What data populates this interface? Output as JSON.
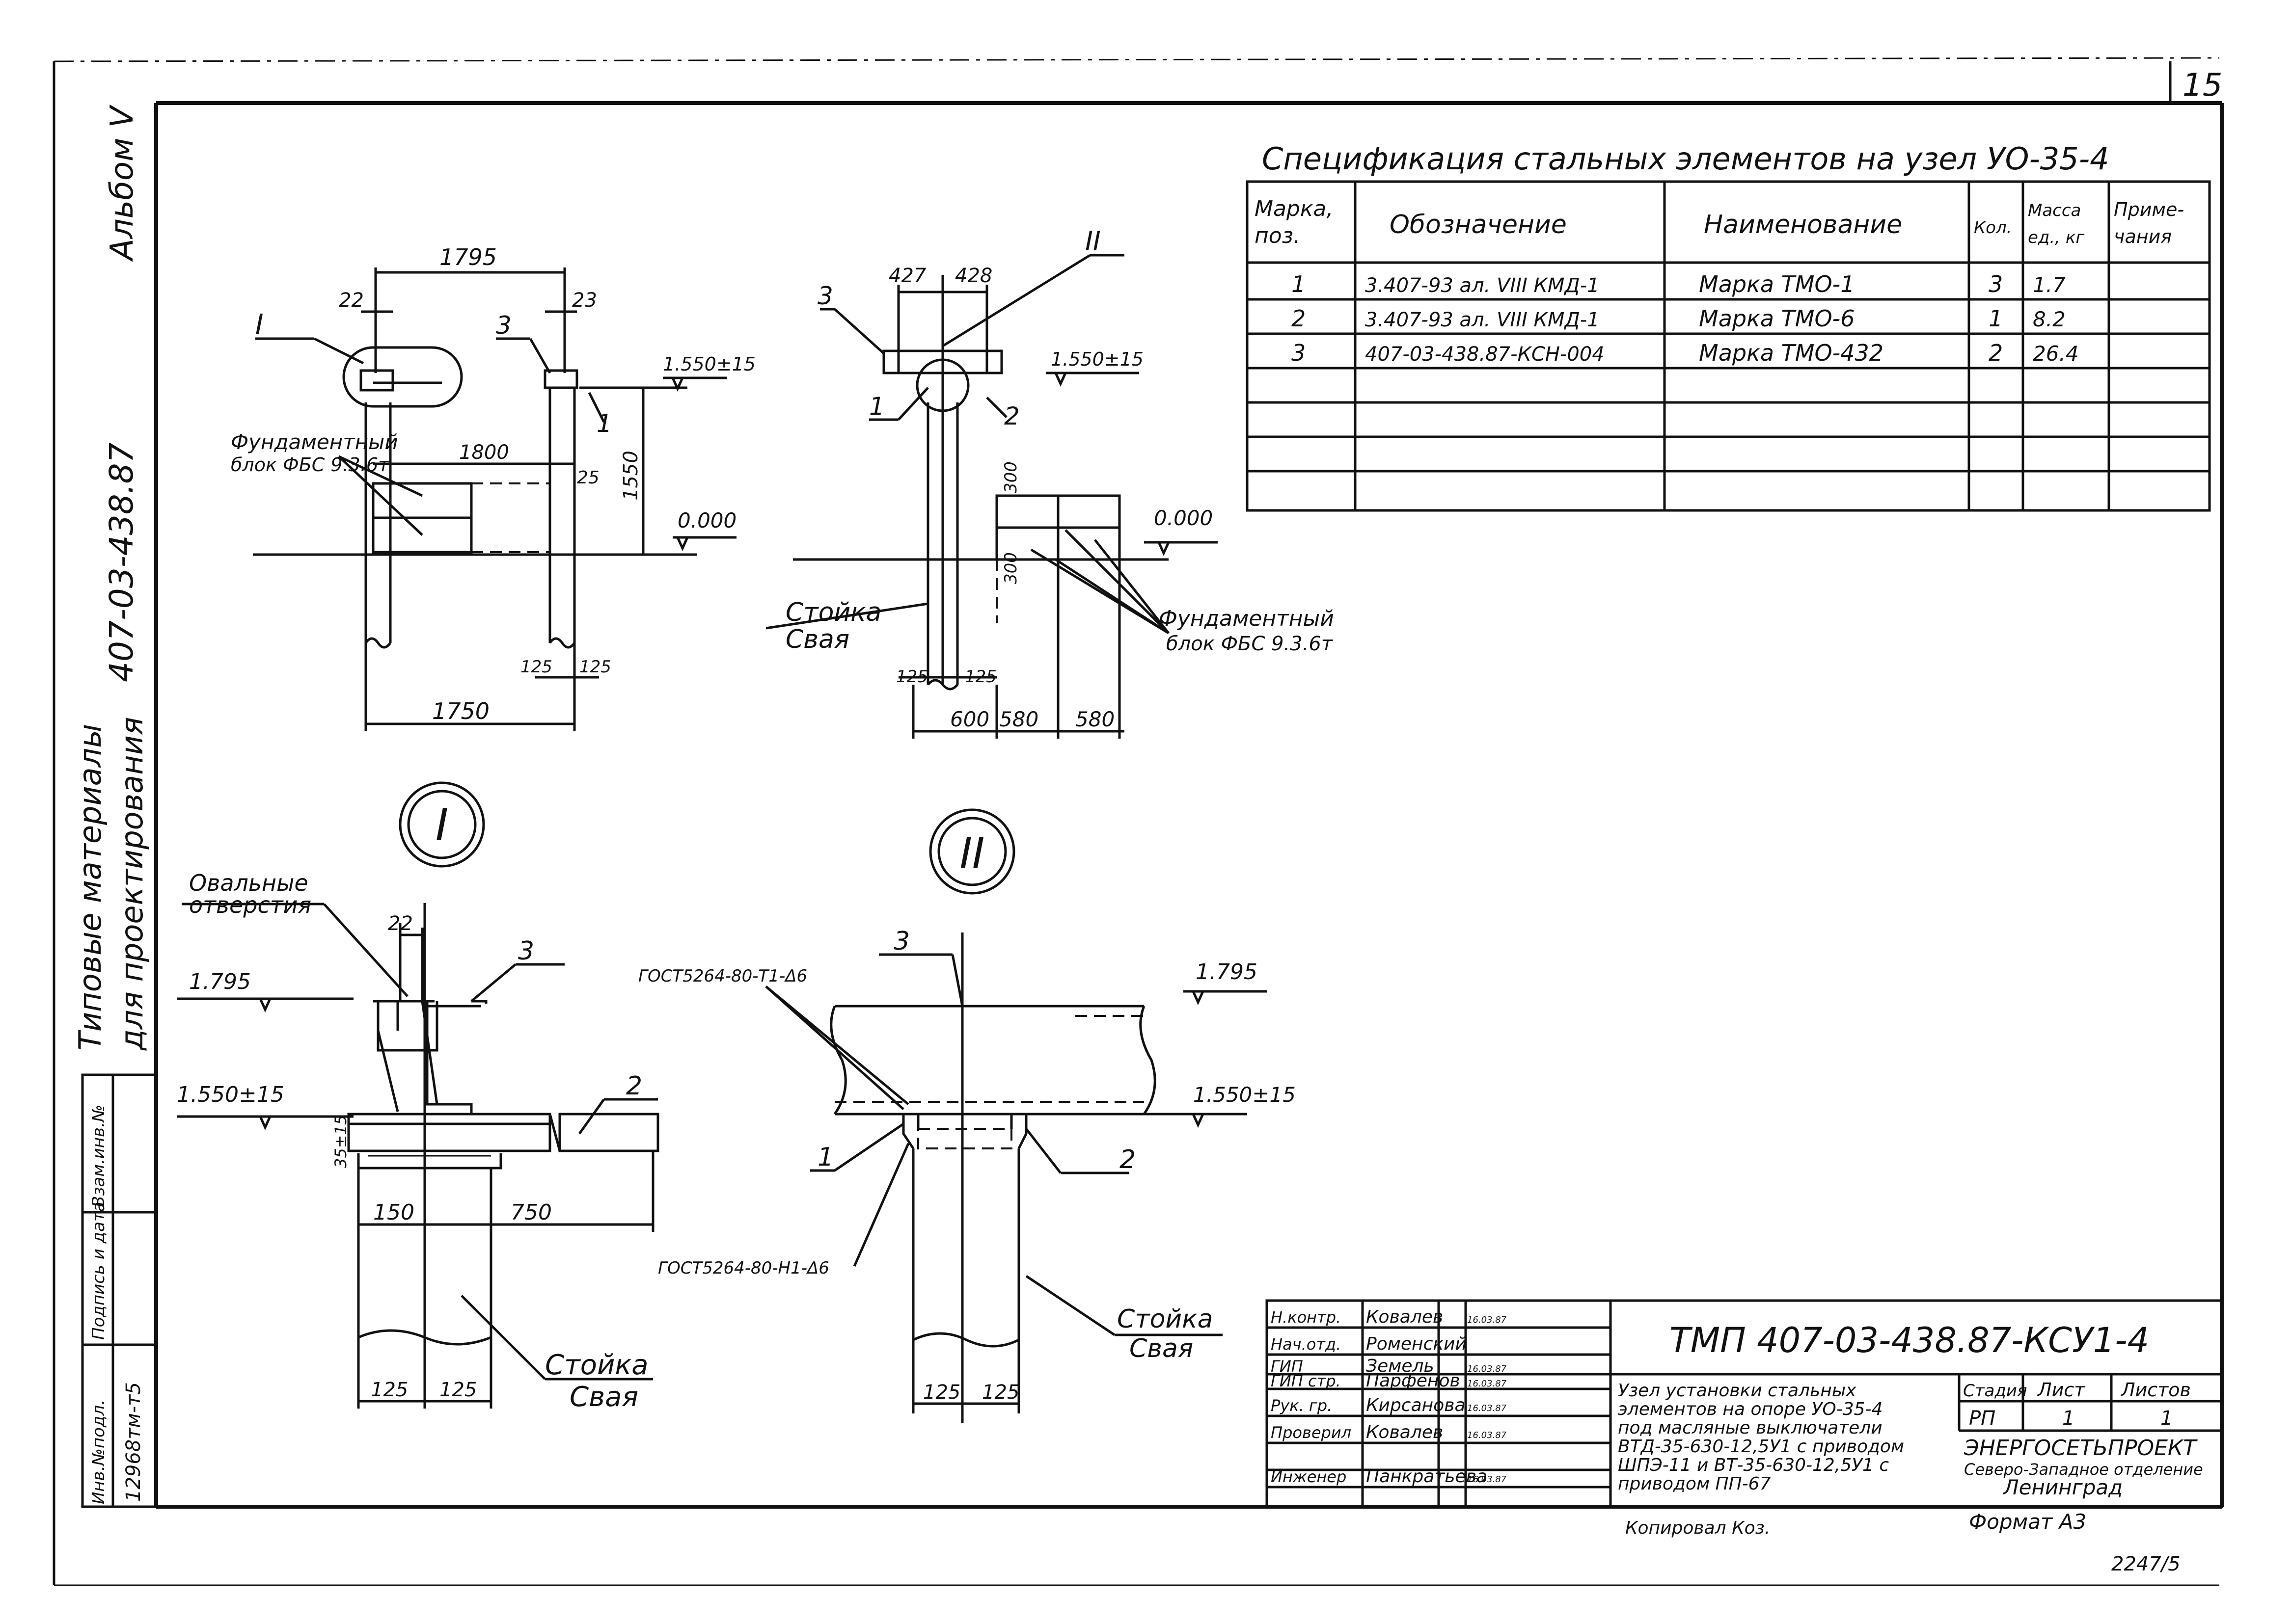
{
  "sheet": {
    "number": "15",
    "album": "Альбом V",
    "typical": "Типовые материалы",
    "for_design": "для проектирования",
    "code_vertical": "407-03-438.87",
    "copied": "Копировал  Коз.",
    "format": "Формат А3",
    "bottom_code": "2247/5"
  },
  "left_strip": {
    "inv_label": "Инв.№подл.",
    "inv_value": "12968тм-т5",
    "sign_label": "Подпись и дата",
    "replace_label": "Взам.инв.№"
  },
  "spec": {
    "title": "Спецификация стальных элементов на узел УО-35-4",
    "headers": [
      "Марка, поз.",
      "Обозначение",
      "Наименование",
      "Кол.",
      "Масса ед., кг",
      "Приме- чания"
    ],
    "rows": [
      [
        "1",
        "3.407-93 ал. VIII КМД-1",
        "Марка ТМО-1",
        "3",
        "1.7",
        ""
      ],
      [
        "2",
        "3.407-93 ал. VIII КМД-1",
        "Марка ТМО-6",
        "1",
        "8.2",
        ""
      ],
      [
        "3",
        "407-03-438.87-КСН-004",
        "Марка ТМО-432",
        "2",
        "26.4",
        ""
      ]
    ]
  },
  "view1": {
    "dim_top": "1795",
    "dim_22": "22",
    "dim_23": "23",
    "callout_I": "I",
    "pos_3": "3",
    "pos_1": "1",
    "level_top": "1.550±15",
    "block_label_1": "Фундаментный",
    "block_label_2": "блок ФБС 9.3.6т",
    "dim_1800": "1800",
    "dim_25": "25",
    "dim_1550": "1550",
    "level_zero": "0.000",
    "dim_125a": "125",
    "dim_125b": "125",
    "dim_1750": "1750"
  },
  "view2": {
    "dim_427": "427",
    "dim_428": "428",
    "callout_II": "II",
    "pos_3": "3",
    "pos_1": "1",
    "pos_2": "2",
    "level_top": "1.550±15",
    "dim_300a": "300",
    "dim_300b": "300",
    "level_zero": "0.000",
    "stoyka": "Стойка",
    "svaya": "Свая",
    "block_label_1": "Фундаментный",
    "block_label_2": "блок ФБС 9.3.6т",
    "dim_125a": "125",
    "dim_125b": "125",
    "dim_600": "600",
    "dim_580a": "580",
    "dim_580b": "580"
  },
  "detail1": {
    "roman": "I",
    "oval_1": "Овальные",
    "oval_2": "отверстия",
    "dim_22": "22",
    "level_top": "1.795",
    "pos_3": "3",
    "level_mid": "1.550±15",
    "pos_2": "2",
    "dim_35": "35±15",
    "dim_150": "150",
    "dim_750": "750",
    "stoyka": "Стойка",
    "svaya": "Свая",
    "dim_125a": "125",
    "dim_125b": "125"
  },
  "detail2": {
    "roman": "II",
    "pos_3": "3",
    "level_top": "1.795",
    "gost_1": "ГОСТ5264-80-Т1-Δ6",
    "level_mid": "1.550±15",
    "pos_1": "1",
    "pos_2": "2",
    "gost_2": "ГОСТ5264-80-Н1-Δ6",
    "stoyka": "Стойка",
    "svaya": "Свая",
    "dim_125a": "125",
    "dim_125b": "125"
  },
  "title_block": {
    "people": [
      {
        "role": "Н.контр.",
        "name": "Ковалев",
        "date": "16.03.87"
      },
      {
        "role": "Нач.отд.",
        "name": "Роменский",
        "date": ""
      },
      {
        "role": "ГИП",
        "name": "Земель",
        "date": "16.03.87"
      },
      {
        "role": "ГИП стр.",
        "name": "Парфенов",
        "date": "16.03.87"
      },
      {
        "role": "Рук. гр.",
        "name": "Кирсанова",
        "date": "16.03.87"
      },
      {
        "role": "Проверил",
        "name": "Ковалев",
        "date": "16.03.87"
      },
      {
        "role": "Инженер",
        "name": "Панкратьева",
        "date": "16.03.87"
      }
    ],
    "doc_code": "ТМП 407-03-438.87-КСУ1-4",
    "desc": [
      "Узел установки стальных",
      "элементов на опоре УО-35-4",
      "под масляные выключатели",
      "ВТД-35-630-12,5У1 с приводом",
      "ШПЭ-11 и ВТ-35-630-12,5У1 с",
      "приводом ПП-67"
    ],
    "stage_label": "Стадия",
    "sheet_label": "Лист",
    "sheets_label": "Листов",
    "stage": "РП",
    "sheet": "1",
    "sheets": "1",
    "org_1": "ЭНЕРГОСЕТЬПРОЕКТ",
    "org_2": "Северо-Западное отделение",
    "org_3": "Ленинград"
  }
}
